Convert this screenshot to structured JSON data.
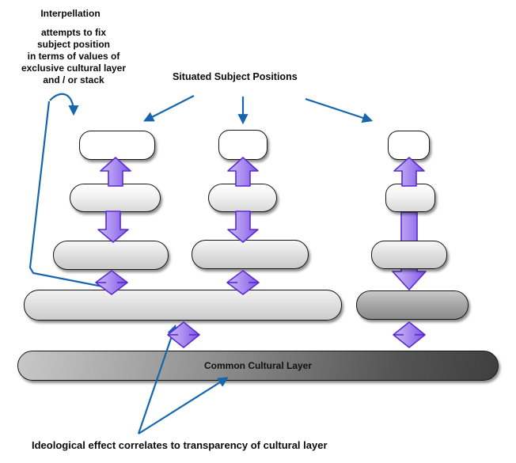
{
  "annotations": {
    "interpellation_title": "Interpellation",
    "interpellation_lines": [
      "attempts to fix",
      "subject position",
      "in terms of values of",
      "exclusive cultural layer",
      "and / or stack"
    ],
    "situated_label": "Situated Subject Positions",
    "bottom_caption": "Ideological effect correlates to transparency of cultural layer"
  },
  "diagram": {
    "common_layer_label": "Common Cultural Layer",
    "stack_count": 3,
    "shared_layer_stacks": 2
  },
  "colors": {
    "accent_blue": "#1766ad",
    "purple_fill": "#a98cf0",
    "purple_fill_light": "#cbbcf6",
    "purple_fill_dark": "#7f55e4",
    "purple_outline": "#5a2bd0",
    "pill_outline": "#151515",
    "common_layer_dark": "#3f3f3f",
    "pill_gray": "#d9d9d9"
  }
}
